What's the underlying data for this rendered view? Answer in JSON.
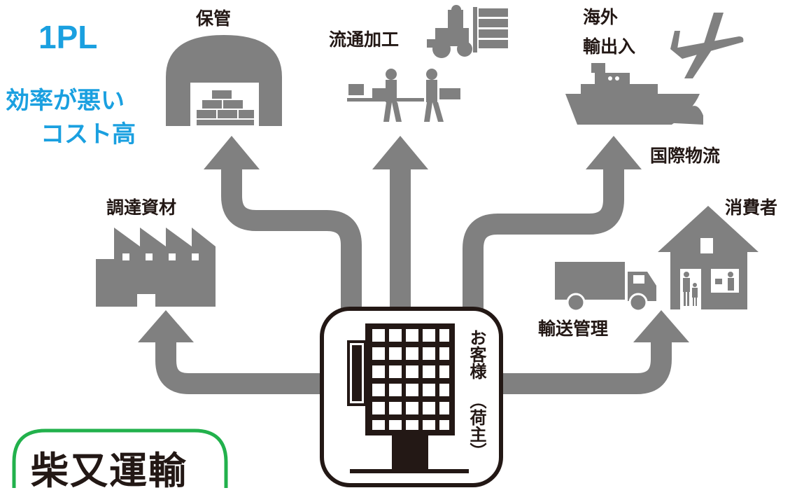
{
  "title": "1PL",
  "subtitle_line1": "効率が悪い",
  "subtitle_line2": "コスト高",
  "labels": {
    "storage": "保管",
    "processing": "流通加工",
    "export_line1": "海外",
    "export_line2": "輸出入",
    "intl_logistics": "国際物流",
    "procurement": "調達資材",
    "consumer": "消費者",
    "transport": "輸送管理",
    "customer": "お客様",
    "customer_sub": "（荷主）"
  },
  "company": "柴又運輸",
  "colors": {
    "accent": "#1aa0e0",
    "gray": "#808080",
    "green": "#22b14c",
    "text": "#231815"
  },
  "icons": [
    "warehouse-icon",
    "forklift-icon",
    "workers-icon",
    "airplane-icon",
    "ship-icon",
    "factory-icon",
    "house-icon",
    "truck-icon",
    "building-icon"
  ]
}
